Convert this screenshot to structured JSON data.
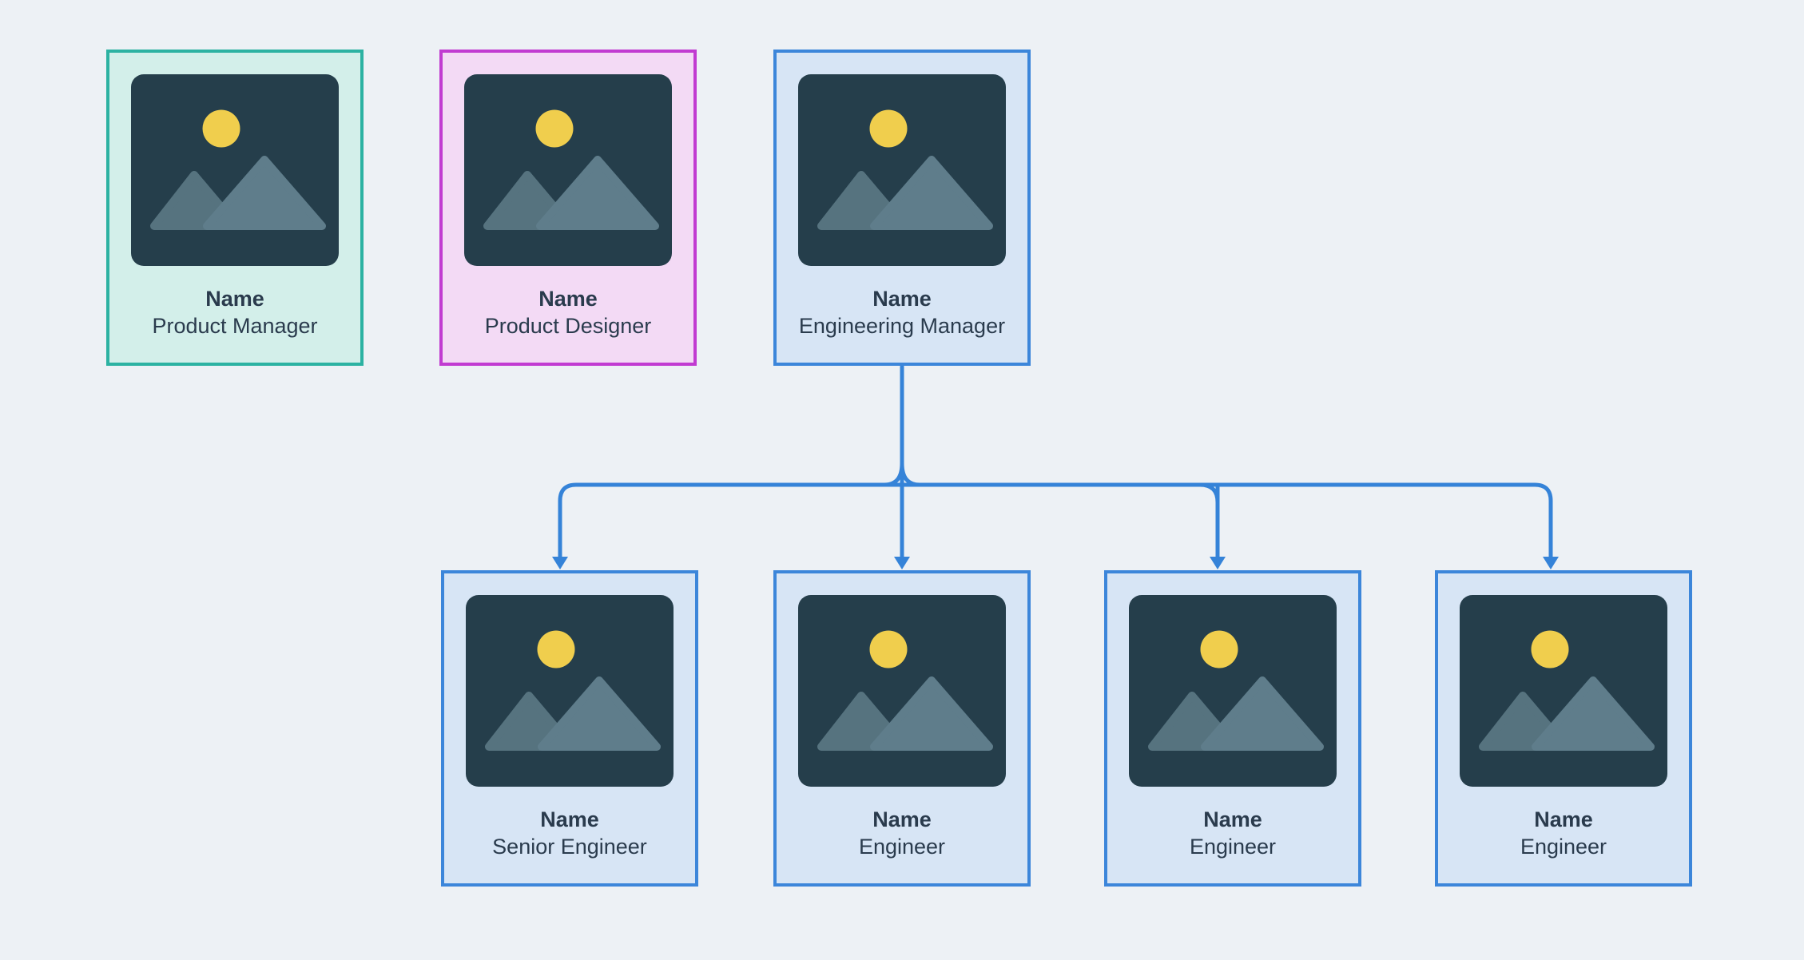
{
  "diagram": {
    "type": "org-chart",
    "cards": [
      {
        "id": "product-manager",
        "name": "Name",
        "role": "Product Manager",
        "variant": "teal"
      },
      {
        "id": "product-designer",
        "name": "Name",
        "role": "Product Designer",
        "variant": "magenta"
      },
      {
        "id": "engineering-manager",
        "name": "Name",
        "role": "Engineering Manager",
        "variant": "blue"
      },
      {
        "id": "senior-engineer",
        "name": "Name",
        "role": "Senior Engineer",
        "variant": "blue"
      },
      {
        "id": "engineer-1",
        "name": "Name",
        "role": "Engineer",
        "variant": "blue"
      },
      {
        "id": "engineer-2",
        "name": "Name",
        "role": "Engineer",
        "variant": "blue"
      },
      {
        "id": "engineer-3",
        "name": "Name",
        "role": "Engineer",
        "variant": "blue"
      }
    ],
    "connections": [
      {
        "from": "engineering-manager",
        "to": "senior-engineer"
      },
      {
        "from": "engineering-manager",
        "to": "engineer-1"
      },
      {
        "from": "engineering-manager",
        "to": "engineer-2"
      },
      {
        "from": "engineering-manager",
        "to": "engineer-3"
      }
    ],
    "colors": {
      "canvas_background": "#EDF1F5",
      "connector": "#3583D8",
      "text": "#2A3B4D",
      "placeholder_background": "#253E4B",
      "placeholder_sun": "#F0CE4D",
      "placeholder_mountain_left": "#56737F",
      "placeholder_mountain_right": "#5F7D8B",
      "variants": {
        "teal": {
          "border": "#2CB2A2",
          "background": "#D3EFEA"
        },
        "magenta": {
          "border": "#C13BD1",
          "background": "#F3DAF5"
        },
        "blue": {
          "border": "#3C86DA",
          "background": "#D7E5F5"
        }
      }
    }
  }
}
